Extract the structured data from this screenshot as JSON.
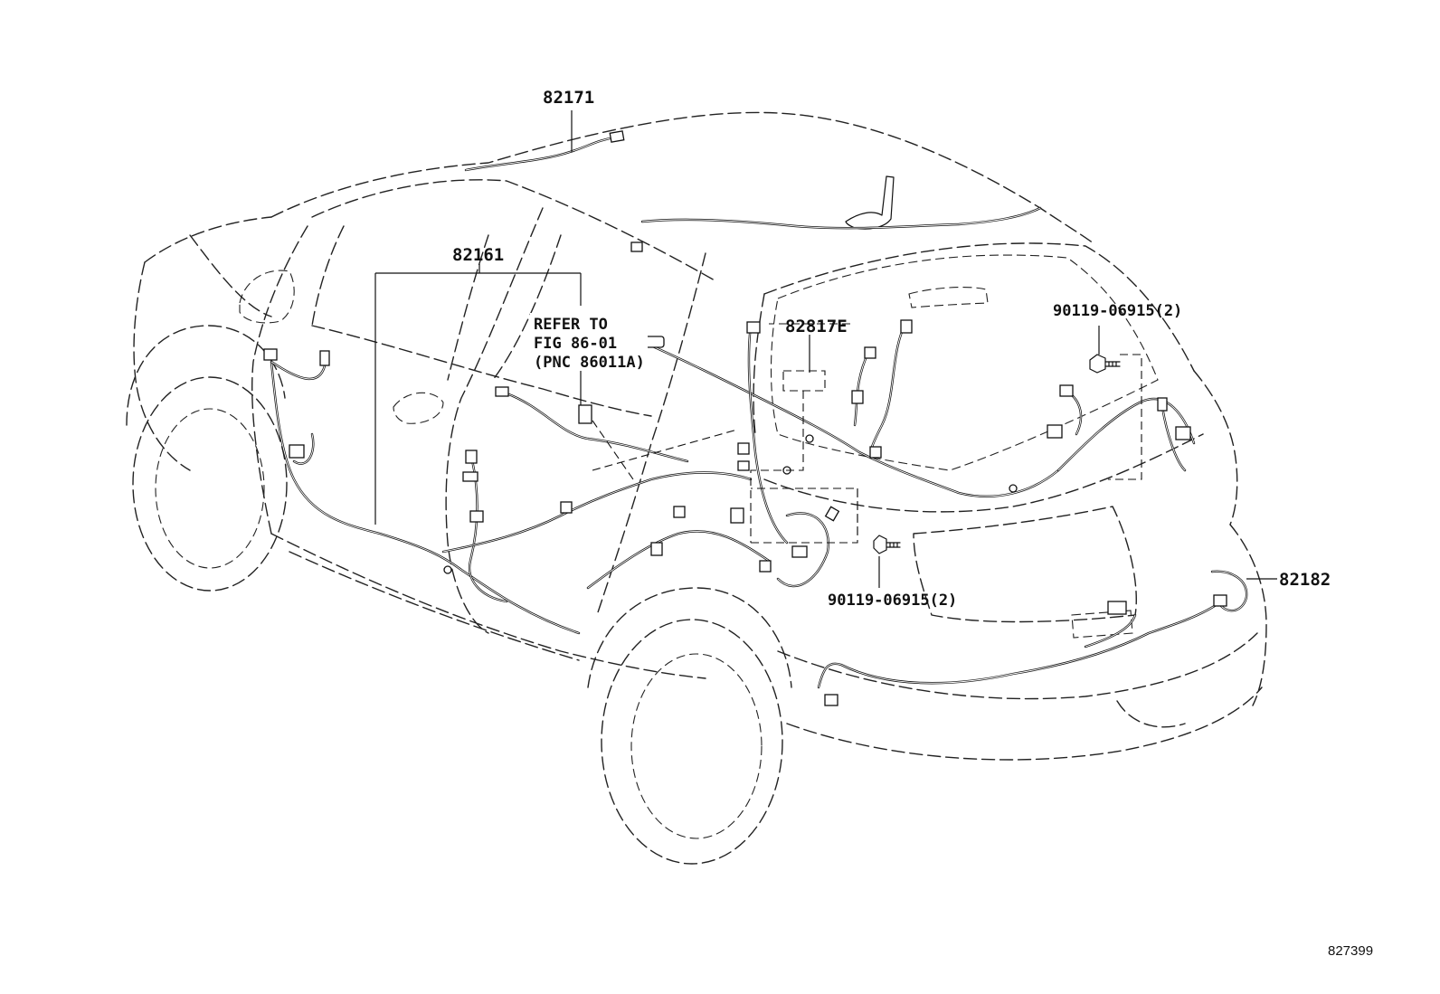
{
  "callouts": {
    "p82171": "82171",
    "p82161": "82161",
    "p82817e": "82817E",
    "p82182": "82182",
    "bolt_upper": "90119-06915(2)",
    "bolt_lower": "90119-06915(2)",
    "refer_line1": "REFER TO",
    "refer_line2": "FIG 86-01",
    "refer_line3": "(PNC 86011A)"
  },
  "figure_id": "827399"
}
